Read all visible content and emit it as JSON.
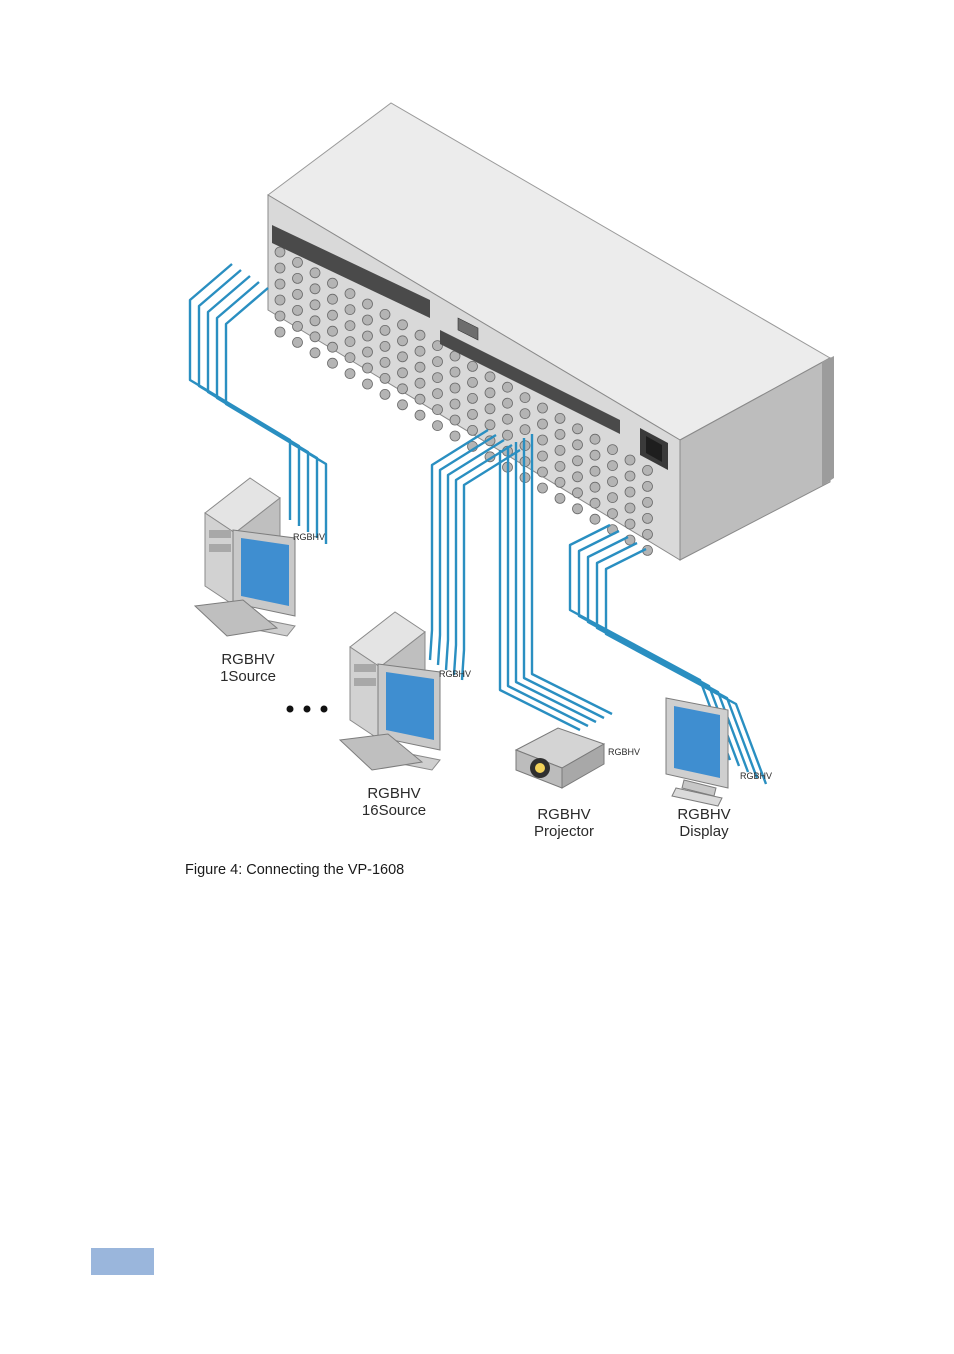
{
  "figure": {
    "caption": "Figure 4: Connecting the VP-1608",
    "cable_tag": "RGBHV",
    "labels": {
      "source1": [
        "RGBHV",
        "1Source"
      ],
      "source16": [
        "RGBHV",
        "16Source"
      ],
      "projector": [
        "RGBHV",
        "Projector"
      ],
      "display": [
        "RGBHV",
        "Display"
      ]
    }
  },
  "colors": {
    "cable": "#2a8fc1",
    "chassis_top": "#e6e6e6",
    "chassis_side": "#cfcfcf",
    "page_tab": "#9ab6dc"
  }
}
